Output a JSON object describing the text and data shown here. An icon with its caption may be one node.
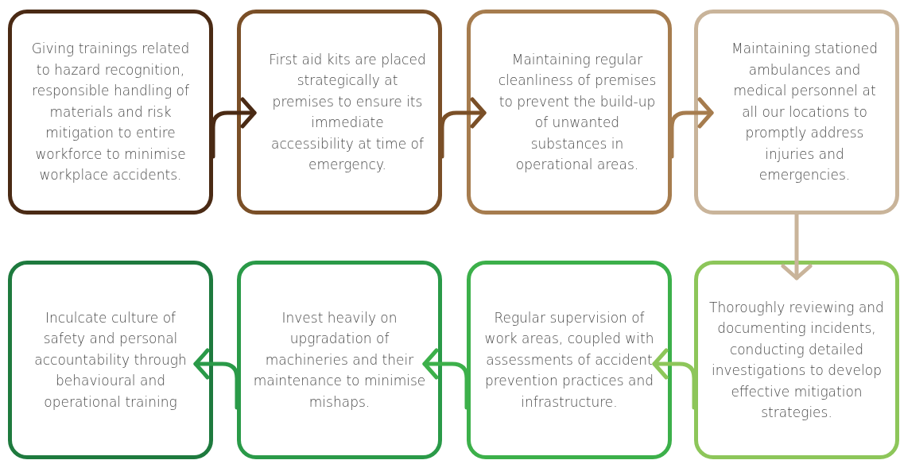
{
  "diagram": {
    "nodes": [
      {
        "text": [
          "Giving trainings related to hazard recognition, responsible handling of materials and risk mitigation to entire workforce to minimise workplace accidents."
        ]
      },
      {
        "text": [
          "First aid kits are placed strategically at premises to ensure its immediate accessibility at time of emergency."
        ]
      },
      {
        "text": [
          "Maintaining regular cleanliness of premises to prevent the build-up of unwanted substances in operational areas."
        ]
      },
      {
        "text": [
          "Maintaining stationed ambulances and medical personnel at all our locations to promptly address injuries and emergencies."
        ]
      },
      {
        "text": [
          "Thoroughly reviewing and documenting incidents, conducting detailed investigations to develop effective mitigation strategies."
        ]
      },
      {
        "text": [
          "Regular supervision of work areas, coupled with assessments of accident prevention practices and infrastructure."
        ]
      },
      {
        "text": [
          "Invest heavily on upgradation of machineries and their maintenance to minimise mishaps."
        ]
      },
      {
        "text": [
          "Inculcate culture of safety and personal accountability through behavioural and operational training"
        ]
      }
    ],
    "edges": [
      {
        "from": 0,
        "to": 1,
        "arrow": "to",
        "color": "#4a2a14"
      },
      {
        "from": 1,
        "to": 2,
        "arrow": "to",
        "color": "#7a4f27"
      },
      {
        "from": 2,
        "to": 3,
        "arrow": "to",
        "color": "#a67c4e"
      },
      {
        "from": 3,
        "to": 4,
        "arrow": "to",
        "color": "#c9b49a"
      },
      {
        "from": 4,
        "to": 5,
        "arrow": "to",
        "color": "#8dc65a"
      },
      {
        "from": 5,
        "to": 6,
        "arrow": "to",
        "color": "#3cb04a"
      },
      {
        "from": 6,
        "to": 7,
        "arrow": "to",
        "color": "#2a9a48"
      }
    ]
  }
}
